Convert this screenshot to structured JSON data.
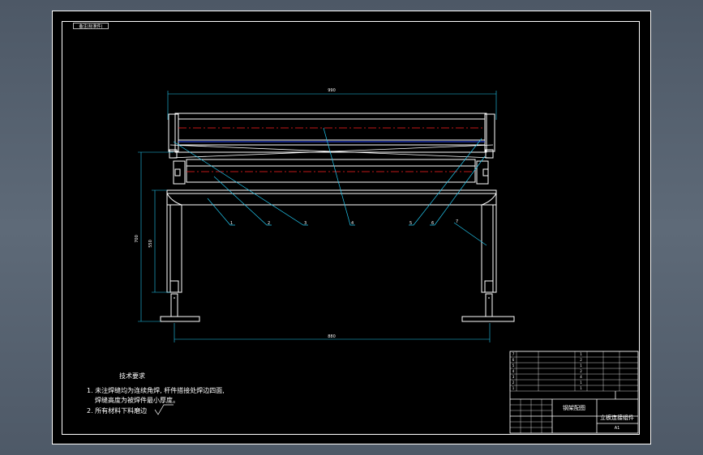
{
  "drawing": {
    "stamp": "备注(标准件)",
    "notes": {
      "heading": "技术要求",
      "line1": "1. 未注焊缝均为连续角焊, 杆件搭接处焊边四面,",
      "line1b": "焊缝高度为被焊件最小厚度。",
      "line2": "2. 所有材料下料磨边"
    },
    "dimensions": {
      "top_width": "990",
      "bottom_width": "880",
      "height_overall": "700",
      "height_leg": "550"
    },
    "balloons": [
      "1",
      "2",
      "3",
      "4",
      "5",
      "6",
      "7"
    ],
    "title_block": {
      "drawing_title": "钢架配图",
      "part_name": "立板连接组件",
      "scale": "A1",
      "parts_rows": [
        [
          "7",
          "",
          "",
          "1",
          "",
          ""
        ],
        [
          "6",
          "",
          "",
          "2",
          "",
          ""
        ],
        [
          "5",
          "",
          "",
          "1",
          "",
          ""
        ],
        [
          "4",
          "",
          "",
          "2",
          "",
          ""
        ],
        [
          "3",
          "",
          "",
          "4",
          "",
          ""
        ],
        [
          "2",
          "",
          "",
          "1",
          "",
          ""
        ],
        [
          "1",
          "",
          "",
          "1",
          "",
          ""
        ]
      ]
    }
  },
  "colors": {
    "background": "#000000",
    "line": "#ffffff",
    "centerline": "#ff2020",
    "leader": "#22c8f0",
    "blue": "#3050ff",
    "window": "#55606e"
  }
}
